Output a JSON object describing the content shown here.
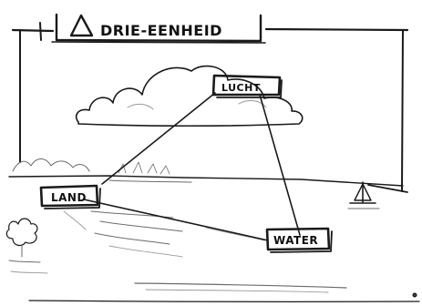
{
  "title": "DRIE-EENHEID",
  "nodes": [
    {
      "id": "lucht",
      "label": "LUCHT"
    },
    {
      "id": "land",
      "label": "LAND"
    },
    {
      "id": "water",
      "label": "WATER"
    }
  ],
  "connections": [
    {
      "from": "lucht",
      "to": "land"
    },
    {
      "from": "lucht",
      "to": "water"
    },
    {
      "from": "land",
      "to": "water"
    }
  ]
}
